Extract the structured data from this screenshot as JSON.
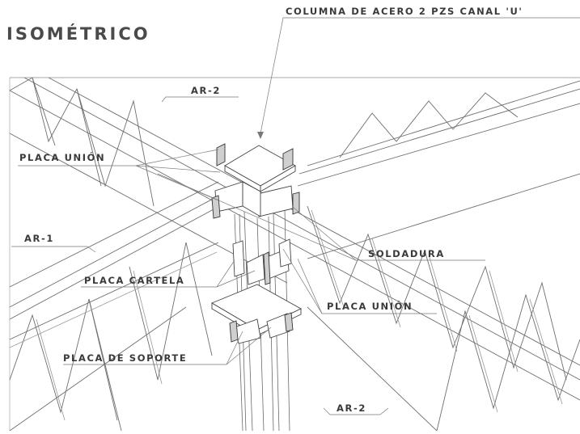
{
  "title": "ISOMÉTRICO",
  "labels": {
    "columna": "COLUMNA DE ACERO  2 PZS CANAL 'U'",
    "ar2_top": "AR-2",
    "placa_union_top": "PLACA UNIÓN",
    "ar1": "AR-1",
    "soldadura": "SOLDADURA",
    "placa_cartela": "PLACA CARTELA",
    "placa_union_bottom": "PLACA UNIÓN",
    "placa_soporte": "PLACA DE SOPORTE",
    "ar2_bottom": "AR-2"
  }
}
